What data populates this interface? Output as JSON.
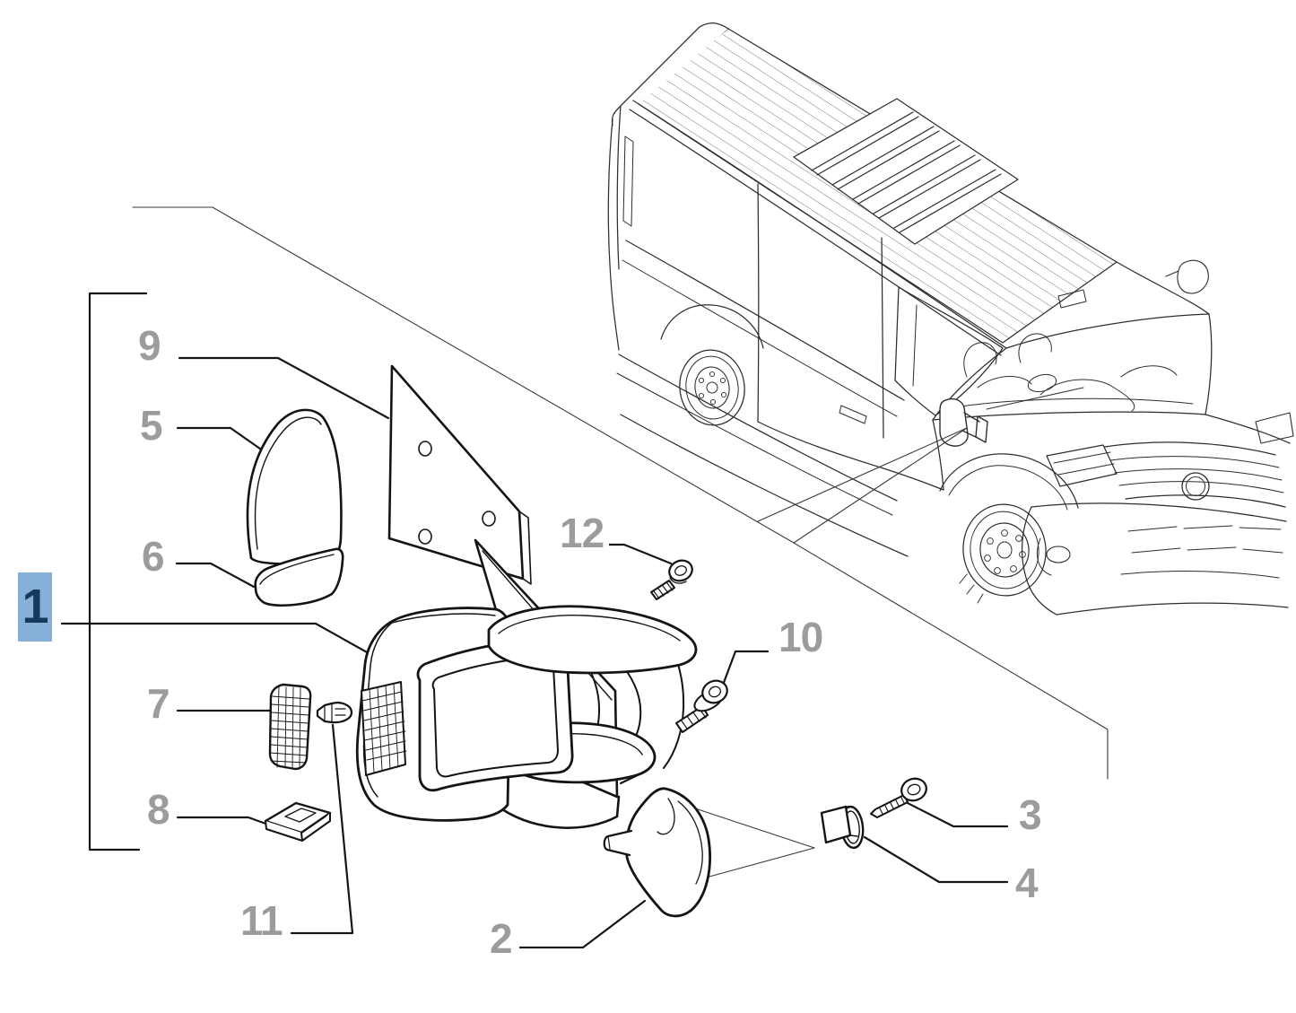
{
  "figure": {
    "background_color": "#ffffff",
    "callout_color": "#9c9c9c",
    "line_color": "#161616",
    "highlight": {
      "background": "#85b0d8",
      "text_color": "#16395e"
    }
  },
  "callouts": [
    {
      "number": "9",
      "highlighted": false
    },
    {
      "number": "5",
      "highlighted": false
    },
    {
      "number": "6",
      "highlighted": false
    },
    {
      "number": "1",
      "highlighted": true
    },
    {
      "number": "7",
      "highlighted": false
    },
    {
      "number": "8",
      "highlighted": false
    },
    {
      "number": "11",
      "highlighted": false
    },
    {
      "number": "2",
      "highlighted": false
    },
    {
      "number": "12",
      "highlighted": false
    },
    {
      "number": "10",
      "highlighted": false
    },
    {
      "number": "3",
      "highlighted": false
    },
    {
      "number": "4",
      "highlighted": false
    }
  ]
}
